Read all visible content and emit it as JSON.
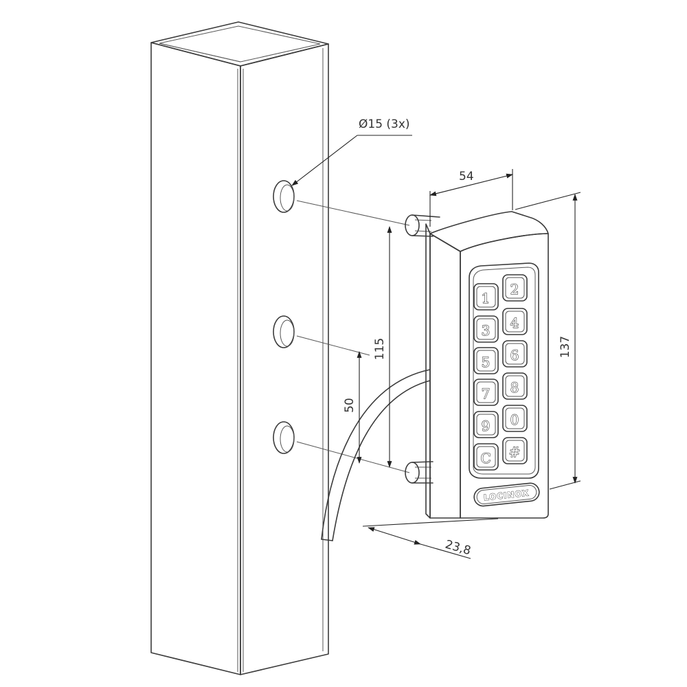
{
  "dimensions": {
    "hole_diameter": "Ø15 (3x)",
    "width": "54",
    "hole_spacing_outer": "115",
    "hole_spacing_inner": "50",
    "height": "137",
    "depth": "23,8"
  },
  "keypad": {
    "keys": [
      "1",
      "2",
      "3",
      "4",
      "5",
      "6",
      "7",
      "8",
      "9",
      "0",
      "C",
      "#"
    ],
    "brand": "LOCINOX"
  }
}
